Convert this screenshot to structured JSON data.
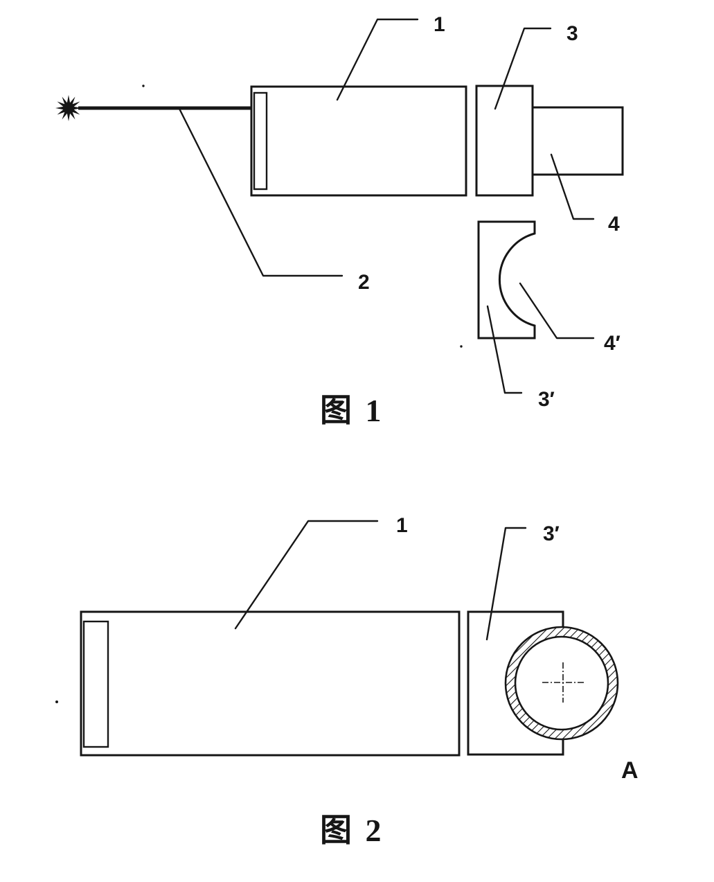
{
  "page": {
    "background": "#ffffff",
    "ink": "#161616"
  },
  "figure1": {
    "caption": "图 1",
    "labels": {
      "part1": "1",
      "part2": "2",
      "part3": "3",
      "part4": "4",
      "part4_prime": "4′",
      "part3_prime": "3′"
    }
  },
  "figure2": {
    "caption": "图 2",
    "labels": {
      "part1": "1",
      "part3_prime": "3′",
      "view_a": "A"
    }
  }
}
